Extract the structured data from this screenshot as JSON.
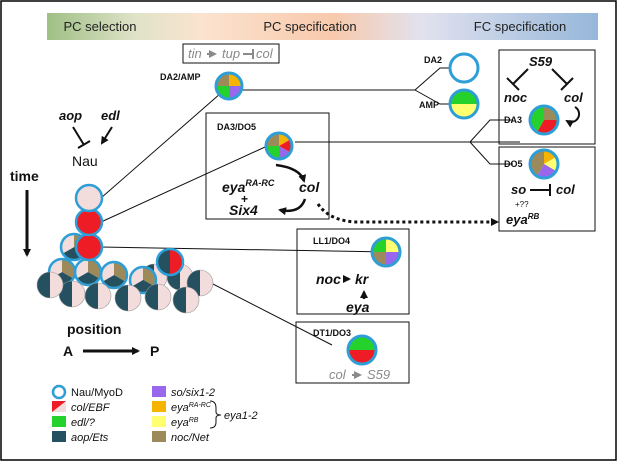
{
  "header": {
    "phases": [
      "PC selection",
      "PC specification",
      "FC specification"
    ]
  },
  "colors": {
    "nau": "#2e9fd6",
    "col": "#ee1c24",
    "edl": "#25d12b",
    "aop": "#24505f",
    "so": "#9966ee",
    "eyaRA": "#f5b400",
    "eyaRB": "#ffff70",
    "noc": "#9c8a5a",
    "pink": "#f3dcdc"
  },
  "left": {
    "aop": "aop",
    "edl": "edl",
    "nau": "Nau",
    "time": "time",
    "position": "position",
    "axis_start": "A",
    "axis_end": "P"
  },
  "da2amp": {
    "label": "DA2/AMP",
    "box": {
      "a": "tin",
      "b": "tup",
      "c": "col"
    }
  },
  "da2": {
    "label": "DA2"
  },
  "amp": {
    "label": "AMP"
  },
  "da3do5": {
    "label": "DA3/DO5",
    "eya": "eya",
    "eya_sup": "RA-RC",
    "plus": "+",
    "six4": "Six4",
    "col": "col"
  },
  "da3": {
    "label": "DA3",
    "s59": "S59",
    "noc": "noc",
    "col": "col"
  },
  "do5": {
    "label": "DO5",
    "so": "so",
    "col": "col",
    "unknown": "+??",
    "eya": "eya",
    "eya_sup": "RB"
  },
  "ll1do4": {
    "label": "LL1/DO4",
    "noc": "noc",
    "kr": "kr",
    "eya": "eya"
  },
  "dt1do3": {
    "label": "DT1/DO3",
    "col": "col",
    "s59": "S59"
  },
  "legend": {
    "nau": "Nau/MyoD",
    "col": "col/EBF",
    "edl": "edl/?",
    "aop": "aop/Ets",
    "so": "so/six1-2",
    "eyaRA_base": "eya",
    "eyaRA_sup": "RA-RC",
    "eyaRB_base": "eya",
    "eyaRB_sup": "RB",
    "noc": "noc/Net",
    "group": "eya1-2"
  }
}
